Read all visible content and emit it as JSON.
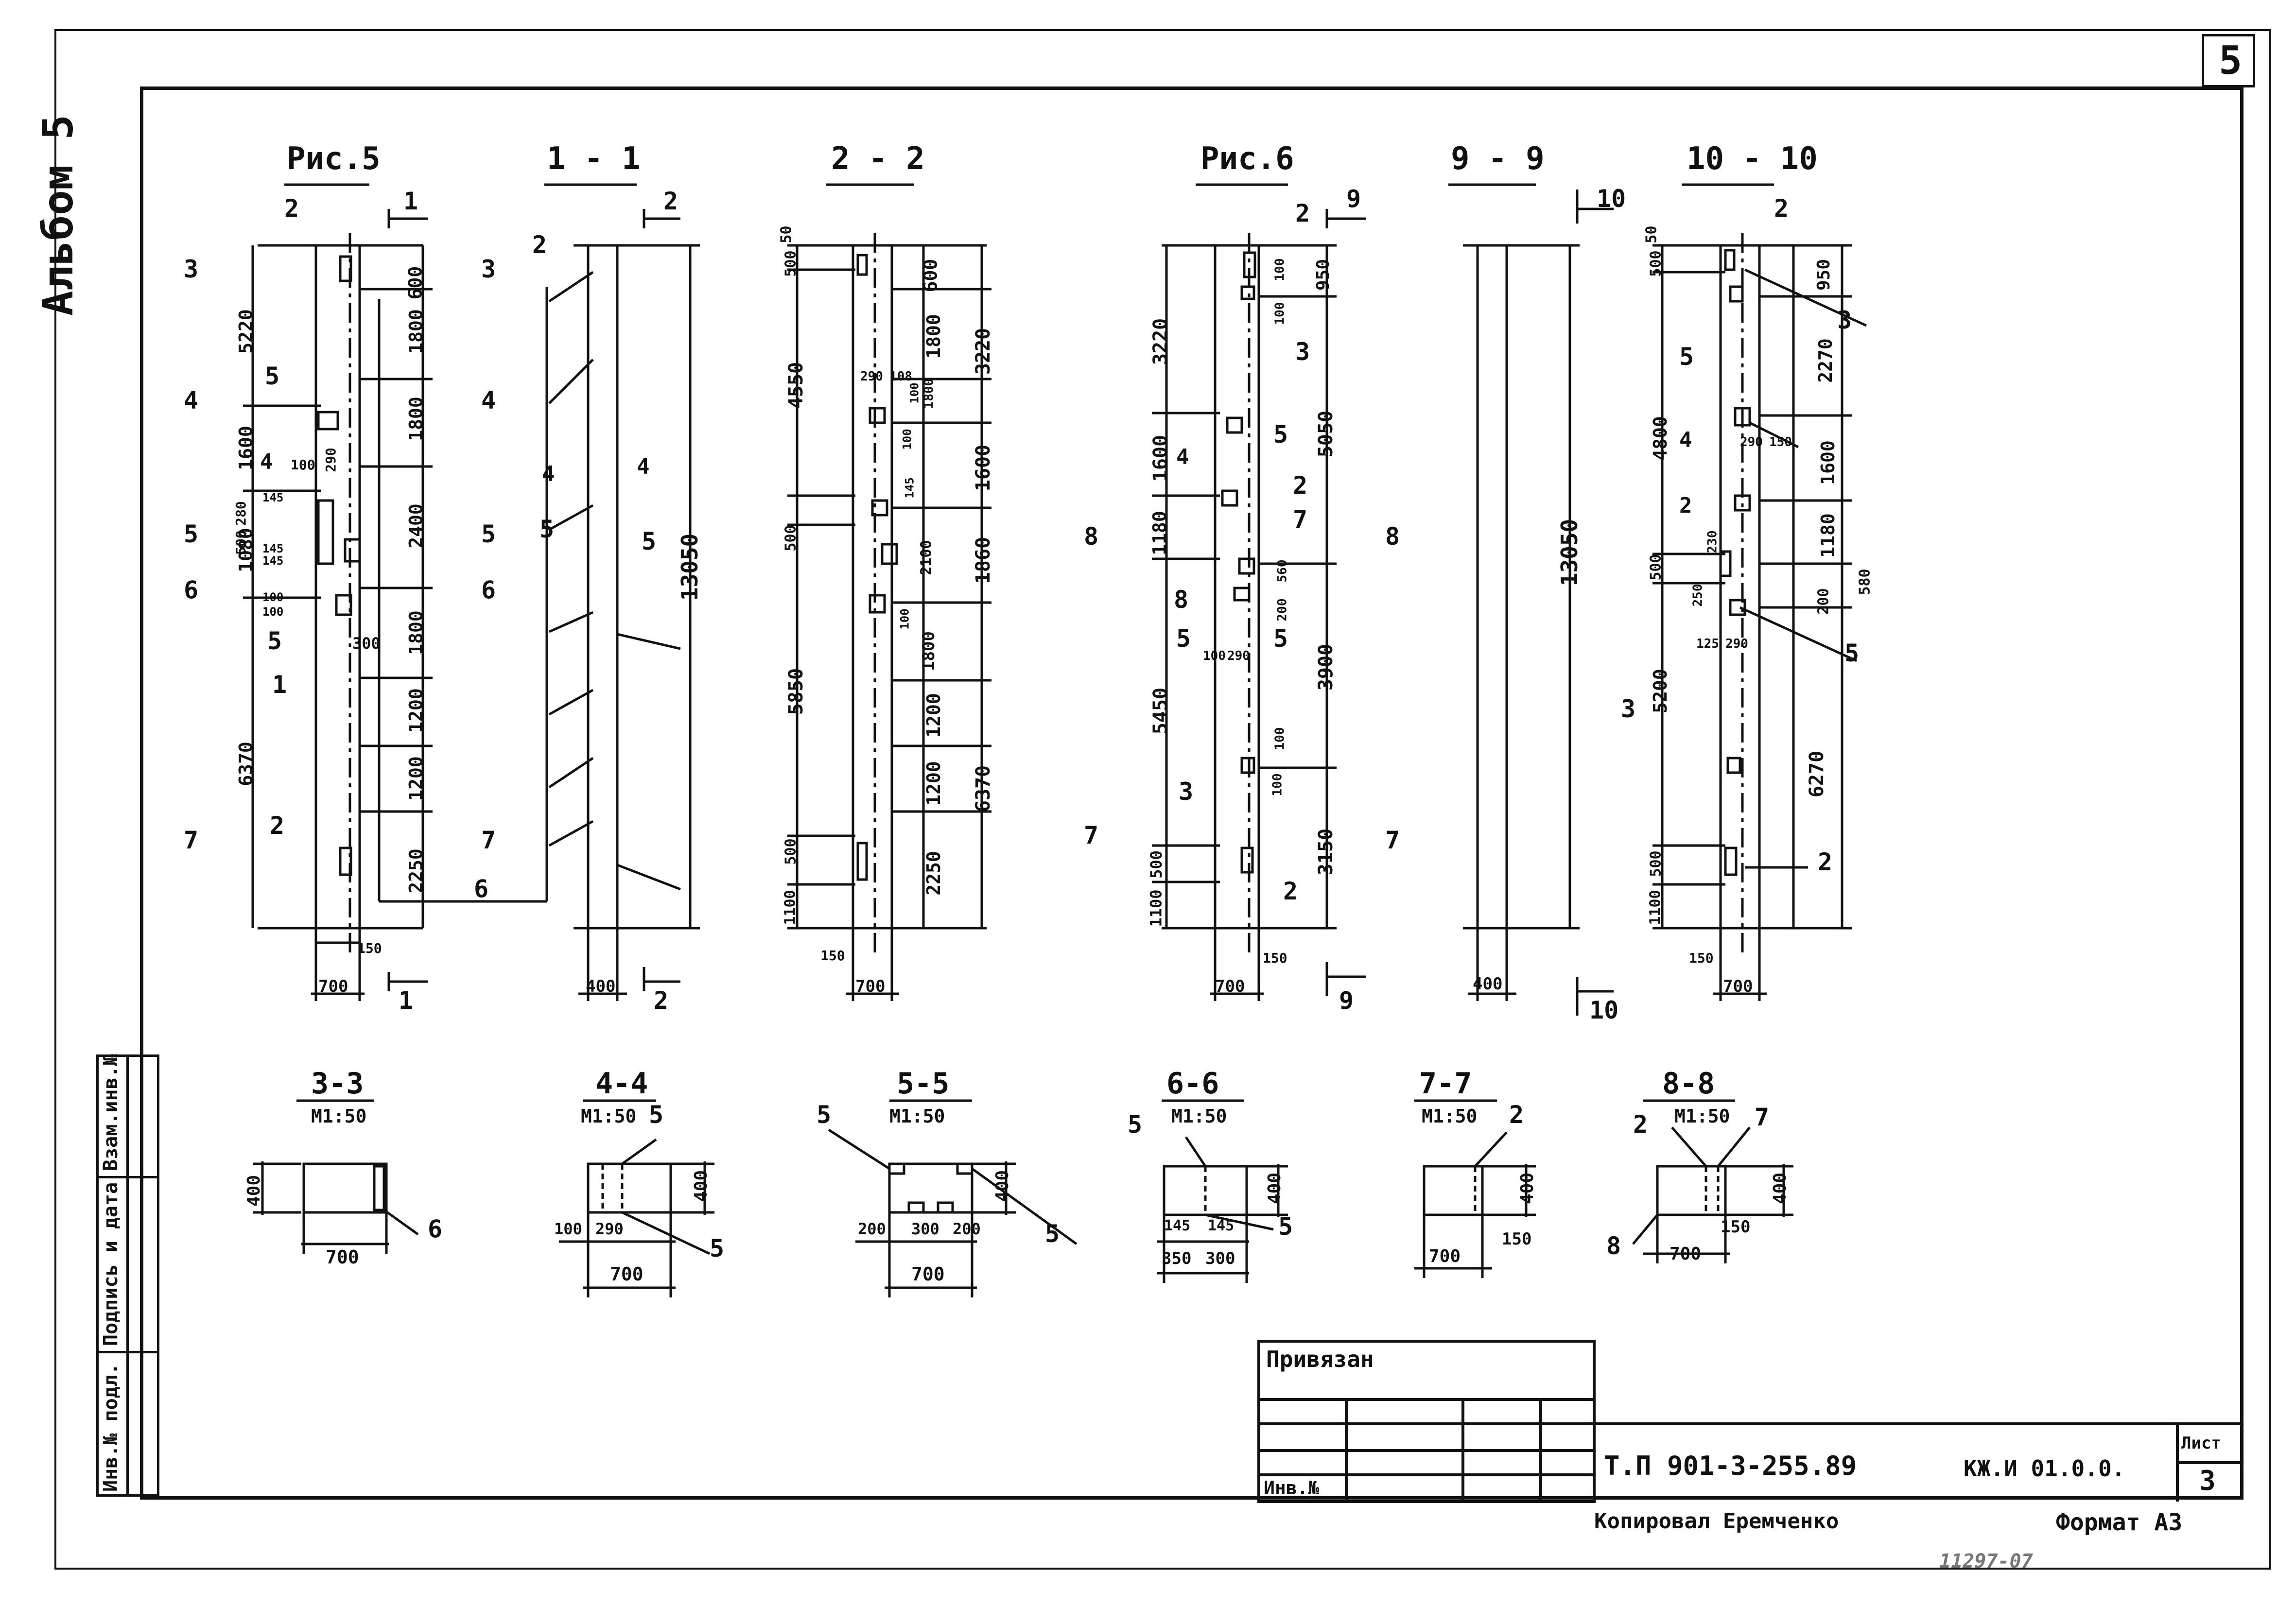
{
  "sheet": {
    "corner_number": "5",
    "album": "Альбом 5",
    "side_stamp": [
      "Инв.№ подл.",
      "Подпись и дата",
      "Взам.инв.№"
    ],
    "privyazan": "Привязан",
    "inv_no": "Инв.№",
    "doc_code": "Т.П 901-3-255.89",
    "doc_mark": "КЖ.И 01.0.0.",
    "list_label": "Лист",
    "list_no": "3",
    "copied_by": "Копировал Еремченко",
    "format": "Формат А3",
    "bottom_code": "11297-07"
  },
  "figures": {
    "ris5": {
      "title": "Рис.5",
      "dims_right": [
        "600",
        "1800",
        "1800",
        "2400",
        "1800",
        "1200",
        "1200",
        "2250"
      ],
      "dims_left": [
        "5220",
        "1600",
        "1080",
        "6370"
      ],
      "small_dims": [
        "100",
        "290",
        "280",
        "145",
        "500",
        "145",
        "145",
        "100",
        "100",
        "300",
        "150",
        "700"
      ],
      "callouts": [
        "2",
        "5",
        "4",
        "5",
        "1",
        "2",
        "6"
      ],
      "cuts": [
        "3",
        "4",
        "5",
        "6",
        "7"
      ],
      "section_mark": "1"
    },
    "sec11": {
      "title": "1 - 1",
      "overall": "13050",
      "width": "400",
      "callouts": [
        "2",
        "4",
        "5",
        "4",
        "5"
      ],
      "section_mark": "2"
    },
    "sec22": {
      "title": "2 - 2",
      "dims_right": [
        "600",
        "1800",
        "3220",
        "1600",
        "1860",
        "1800",
        "1200",
        "1200",
        "6370",
        "2250"
      ],
      "dims_left": [
        "50",
        "500",
        "4550",
        "500",
        "5850",
        "500",
        "1100"
      ],
      "small_dims": [
        "290",
        "108",
        "100",
        "1800",
        "100",
        "145",
        "2100",
        "100",
        "150",
        "700"
      ]
    },
    "ris6": {
      "title": "Рис.6",
      "dims_right": [
        "950",
        "5050",
        "3900",
        "3150"
      ],
      "dims_left": [
        "3220",
        "1600",
        "1180",
        "5450",
        "500",
        "1100"
      ],
      "small_dims": [
        "100",
        "100",
        "560",
        "200",
        "100",
        "290",
        "100",
        "100",
        "150",
        "700"
      ],
      "callouts": [
        "2",
        "3",
        "5",
        "4",
        "2",
        "7",
        "8",
        "5",
        "5",
        "3",
        "2"
      ],
      "cuts": [
        "8",
        "7",
        "8",
        "7"
      ],
      "section_mark": "9"
    },
    "sec99": {
      "title": "9 - 9",
      "overall": "13050",
      "width": "400",
      "section_mark": "10"
    },
    "sec1010": {
      "title": "10 - 10",
      "dims_right": [
        "950",
        "2270",
        "1600",
        "1180",
        "580",
        "200",
        "6270"
      ],
      "dims_left": [
        "50",
        "500",
        "4800",
        "500",
        "5200",
        "500",
        "1100"
      ],
      "small_dims": [
        "290",
        "150",
        "230",
        "250",
        "125",
        "290",
        "150",
        "700"
      ],
      "callouts": [
        "2",
        "3",
        "5",
        "4",
        "2",
        "5",
        "3",
        "2"
      ]
    }
  },
  "sections": [
    {
      "title": "3-3",
      "scale": "М1:50",
      "dims": [
        "400",
        "700"
      ],
      "callouts": [
        "6"
      ]
    },
    {
      "title": "4-4",
      "scale": "М1:50",
      "dims": [
        "400",
        "100",
        "290",
        "700"
      ],
      "callouts": [
        "5",
        "5"
      ]
    },
    {
      "title": "5-5",
      "scale": "М1:50",
      "dims": [
        "400",
        "200",
        "300",
        "200",
        "700"
      ],
      "callouts": [
        "5",
        "5"
      ]
    },
    {
      "title": "6-6",
      "scale": "М1:50",
      "dims": [
        "400",
        "145",
        "145",
        "350",
        "300"
      ],
      "callouts": [
        "5",
        "5"
      ]
    },
    {
      "title": "7-7",
      "scale": "М1:50",
      "dims": [
        "400",
        "700",
        "150"
      ],
      "callouts": [
        "2"
      ]
    },
    {
      "title": "8-8",
      "scale": "М1:50",
      "dims": [
        "400",
        "700",
        "150"
      ],
      "callouts": [
        "2",
        "7",
        "8"
      ]
    }
  ]
}
